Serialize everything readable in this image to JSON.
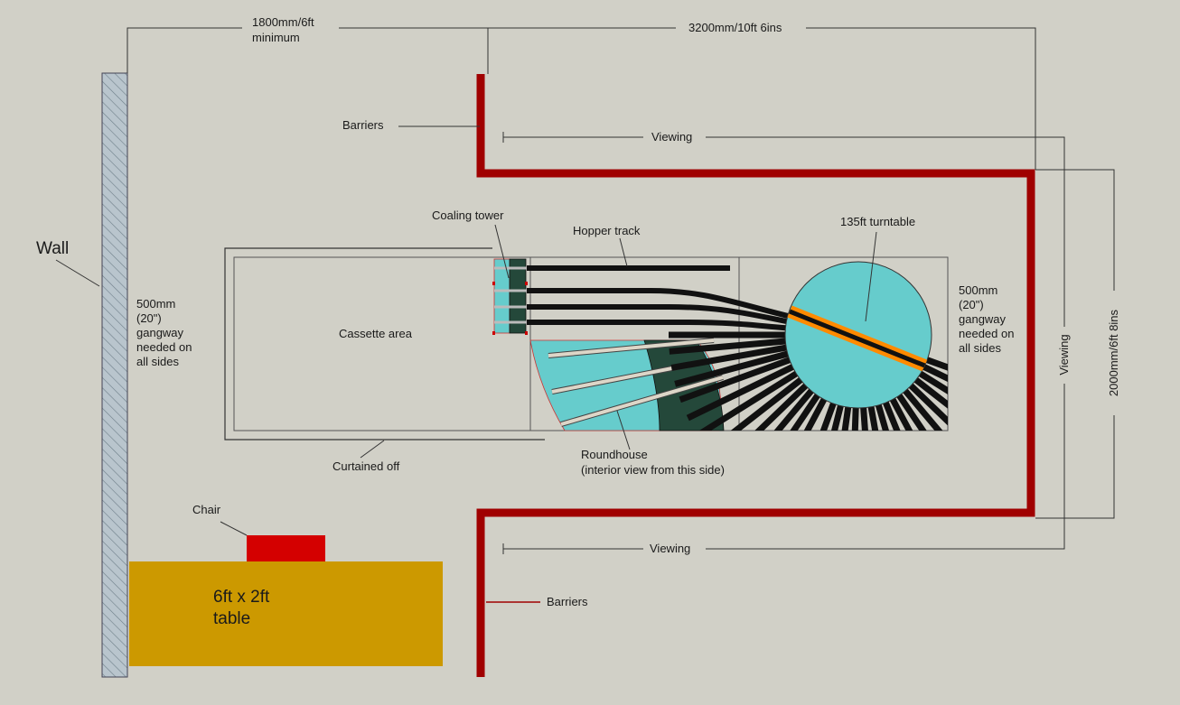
{
  "dimensions": {
    "gap_to_wall": "1800mm/6ft",
    "gap_to_wall_note": "minimum",
    "layout_length": "3200mm/10ft 6ins",
    "layout_depth": "2000mm/6ft 8ins"
  },
  "labels": {
    "wall": "Wall",
    "gangway_left": [
      "500mm",
      "(20\")",
      "gangway",
      "needed on",
      "all sides"
    ],
    "gangway_right": [
      "500mm",
      "(20\")",
      "gangway",
      "needed on",
      "all sides"
    ],
    "barriers_top": "Barriers",
    "barriers_bottom": "Barriers",
    "viewing_top": "Viewing",
    "viewing_bottom": "Viewing",
    "viewing_right": "Viewing",
    "coaling_tower": "Coaling tower",
    "hopper_track": "Hopper track",
    "turntable": "135ft turntable",
    "cassette_area": "Cassette area",
    "curtained_off": "Curtained off",
    "roundhouse": "Roundhouse",
    "roundhouse_note": "(interior view from this side)",
    "chair": "Chair",
    "table_line1": "6ft x 2ft",
    "table_line2": "table"
  },
  "colors": {
    "background": "#d1d0c7",
    "barrier": "#a00000",
    "turntable_pit": "#66cccc",
    "roundhouse_floor": "#66cccc",
    "roundhouse_roof": "#24483a",
    "track": "#111111",
    "turntable_bridge": "#ff8a00",
    "chair": "#d40000",
    "table": "#cc9900",
    "wall_fill": "#b8c4cc"
  }
}
